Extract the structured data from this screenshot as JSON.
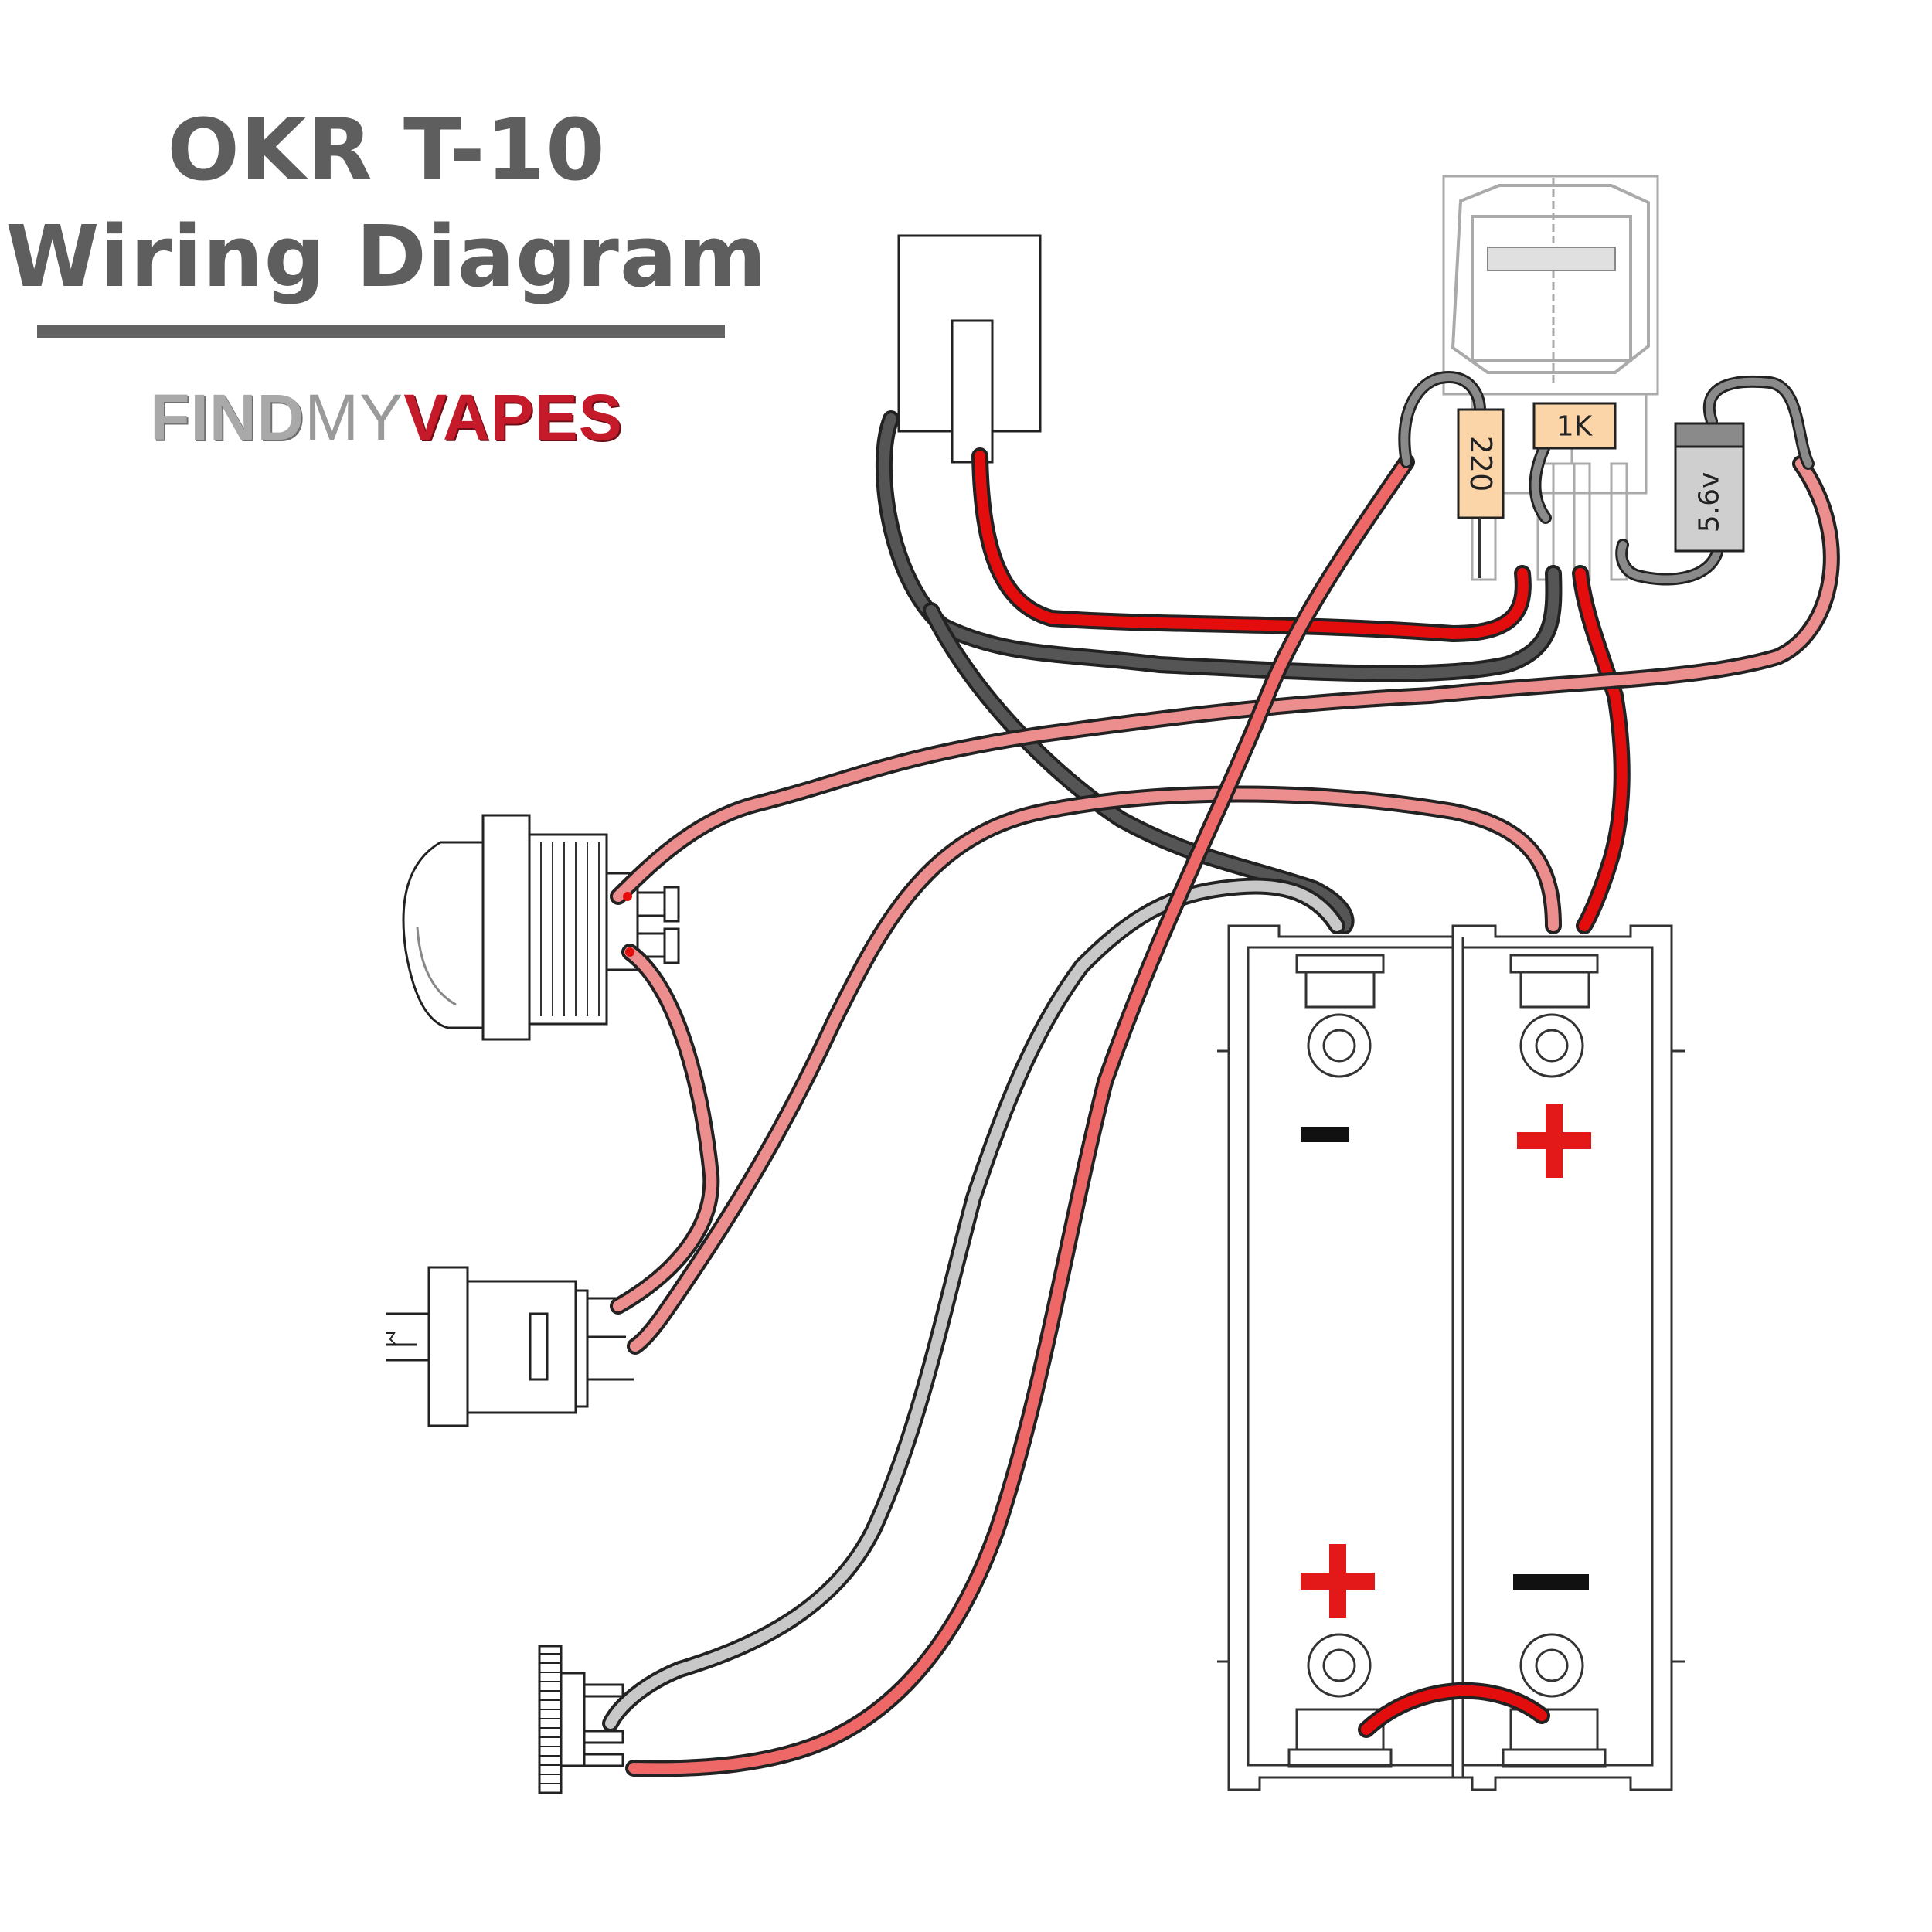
{
  "header": {
    "title_line1": "OKR T-10",
    "title_line2": "Wiring Diagram",
    "brand_find": "FIND",
    "brand_my": "MY",
    "brand_vapes": "VAPES"
  },
  "components": {
    "resistor_220_label": "220",
    "resistor_1k_label": "1K",
    "zener_label": "5.6v",
    "battery_left_top_sign": "−",
    "battery_right_top_sign": "+",
    "battery_left_bottom_sign": "+",
    "battery_right_bottom_sign": "−"
  },
  "colors": {
    "wire_red": "#e30d0d",
    "wire_black": "#555555",
    "wire_pink": "#ec8e8e",
    "wire_light_gray": "#c8c8c8",
    "wire_gray": "#8a8a8a",
    "plus_red": "#e31818",
    "brand_red": "#c41a2a",
    "title_gray": "#5e5e5e"
  }
}
